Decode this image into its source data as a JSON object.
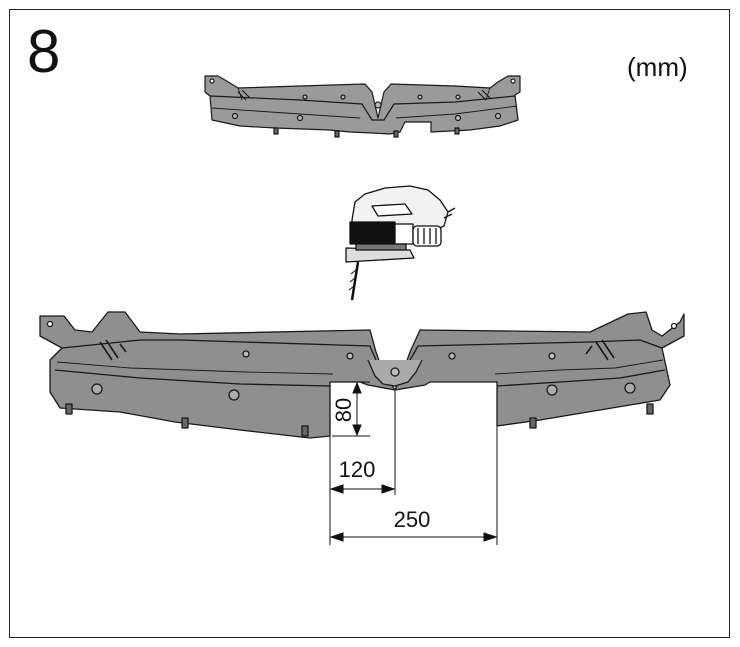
{
  "step_number": "8",
  "unit_label": "(mm)",
  "dimensions": {
    "cut_depth": "80",
    "offset_from_center": "120",
    "cut_width": "250"
  },
  "colors": {
    "part_fill": "#8f8f8f",
    "part_light": "#b4b4b4",
    "part_dark": "#6a6a6a",
    "outline": "#1a1a1a"
  },
  "icons": {
    "tool": "jigsaw-icon"
  }
}
